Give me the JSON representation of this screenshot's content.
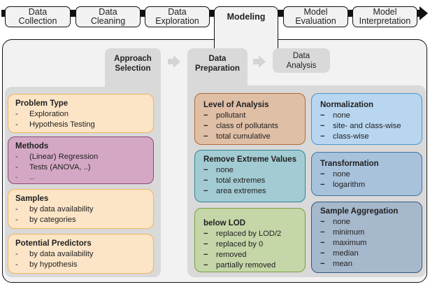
{
  "pipeline": {
    "stages": [
      {
        "label_line1": "Data",
        "label_line2": "Collection",
        "active": false
      },
      {
        "label_line1": "Data",
        "label_line2": "Cleaning",
        "active": false
      },
      {
        "label_line1": "Data",
        "label_line2": "Exploration",
        "active": false
      },
      {
        "label_line1": "Modeling",
        "label_line2": "",
        "active": true
      },
      {
        "label_line1": "Model",
        "label_line2": "Evaluation",
        "active": false
      },
      {
        "label_line1": "Model",
        "label_line2": "Interpretation",
        "active": false
      }
    ]
  },
  "phases": [
    {
      "label_line1": "Approach",
      "label_line2": "Selection",
      "emphasis": true
    },
    {
      "label_line1": "Data",
      "label_line2": "Preparation",
      "emphasis": true
    },
    {
      "label_line1": "Data",
      "label_line2": "Analysis",
      "emphasis": false
    }
  ],
  "approach_selection": {
    "cards": [
      {
        "title": "Problem Type",
        "items": [
          "Exploration",
          "Hypothesis Testing"
        ],
        "bullet": "-",
        "fill": "#fce5c7",
        "border": "#f0b460"
      },
      {
        "title": "Methods",
        "items": [
          "(Linear) Regression",
          "Tests (ANOVA, ..)",
          "..."
        ],
        "bullet": "-",
        "fill": "#d4a8c4",
        "border": "#8b4a7a"
      },
      {
        "title": "Samples",
        "items": [
          "by data availability",
          "by categories"
        ],
        "bullet": "-",
        "fill": "#fce5c7",
        "border": "#f0b460"
      },
      {
        "title": "Potential Predictors",
        "items": [
          "by data availability",
          "by hypothesis"
        ],
        "bullet": "-",
        "fill": "#fce5c7",
        "border": "#f0b460"
      }
    ]
  },
  "data_preparation": {
    "cards": [
      {
        "title": "Level of Analysis",
        "items": [
          "pollutant",
          "class of pollutants",
          "total cumulative"
        ],
        "bullet": "−",
        "fill": "#e0bfa7",
        "border": "#b06a3a"
      },
      {
        "title": "Normalization",
        "items": [
          "none",
          "site- and class-wise",
          "class-wise"
        ],
        "bullet": "−",
        "fill": "#b8d6f0",
        "border": "#4a94d0"
      },
      {
        "title": "Remove Extreme Values",
        "items": [
          "none",
          "total extremes",
          "area extremes"
        ],
        "bullet": "−",
        "fill": "#a3cbd3",
        "border": "#2e8595"
      },
      {
        "title": "Transformation",
        "items": [
          "none",
          "logarithm"
        ],
        "bullet": "−",
        "fill": "#a8c2dc",
        "border": "#3f72a8"
      },
      {
        "title": "below LOD",
        "items": [
          "replaced by LOD/2",
          "replaced by 0",
          "removed",
          "partially removed"
        ],
        "bullet": "−",
        "fill": "#c5d6a8",
        "border": "#76a040"
      },
      {
        "title": "Sample Aggregation",
        "items": [
          "none",
          "minimum",
          "maximum",
          "median",
          "mean"
        ],
        "bullet": "−",
        "fill": "#a6b8cc",
        "border": "#34577e"
      }
    ]
  },
  "colors": {
    "panel": "#f2f2f2",
    "phase": "#d9d9d9",
    "outline": "#111111"
  }
}
